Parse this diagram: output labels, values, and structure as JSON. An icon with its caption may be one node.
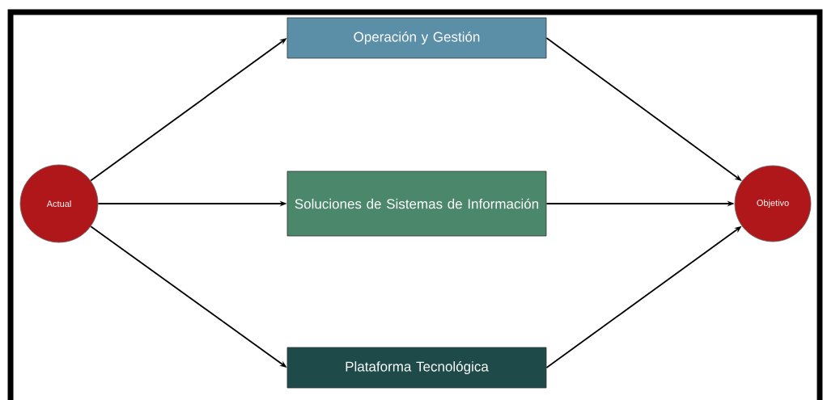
{
  "diagram": {
    "nodes": [
      {
        "text": [
          "Actual"
        ]
      },
      {
        "text": [
          "Operación y Gestión"
        ]
      },
      {
        "text": [
          "Soluciones de Sistemas de Información"
        ]
      },
      {
        "text": [
          "Plataforma Tecnológica"
        ]
      },
      {
        "text": [
          "Objetivo"
        ]
      }
    ],
    "edges": [
      {
        "from": 0,
        "to": 1,
        "arrow": "to"
      },
      {
        "from": 0,
        "to": 2,
        "arrow": "to"
      },
      {
        "from": 0,
        "to": 3,
        "arrow": "to"
      },
      {
        "from": 1,
        "to": 4,
        "arrow": "to"
      },
      {
        "from": 2,
        "to": 4,
        "arrow": "to"
      },
      {
        "from": 3,
        "to": 4,
        "arrow": "to"
      }
    ]
  }
}
